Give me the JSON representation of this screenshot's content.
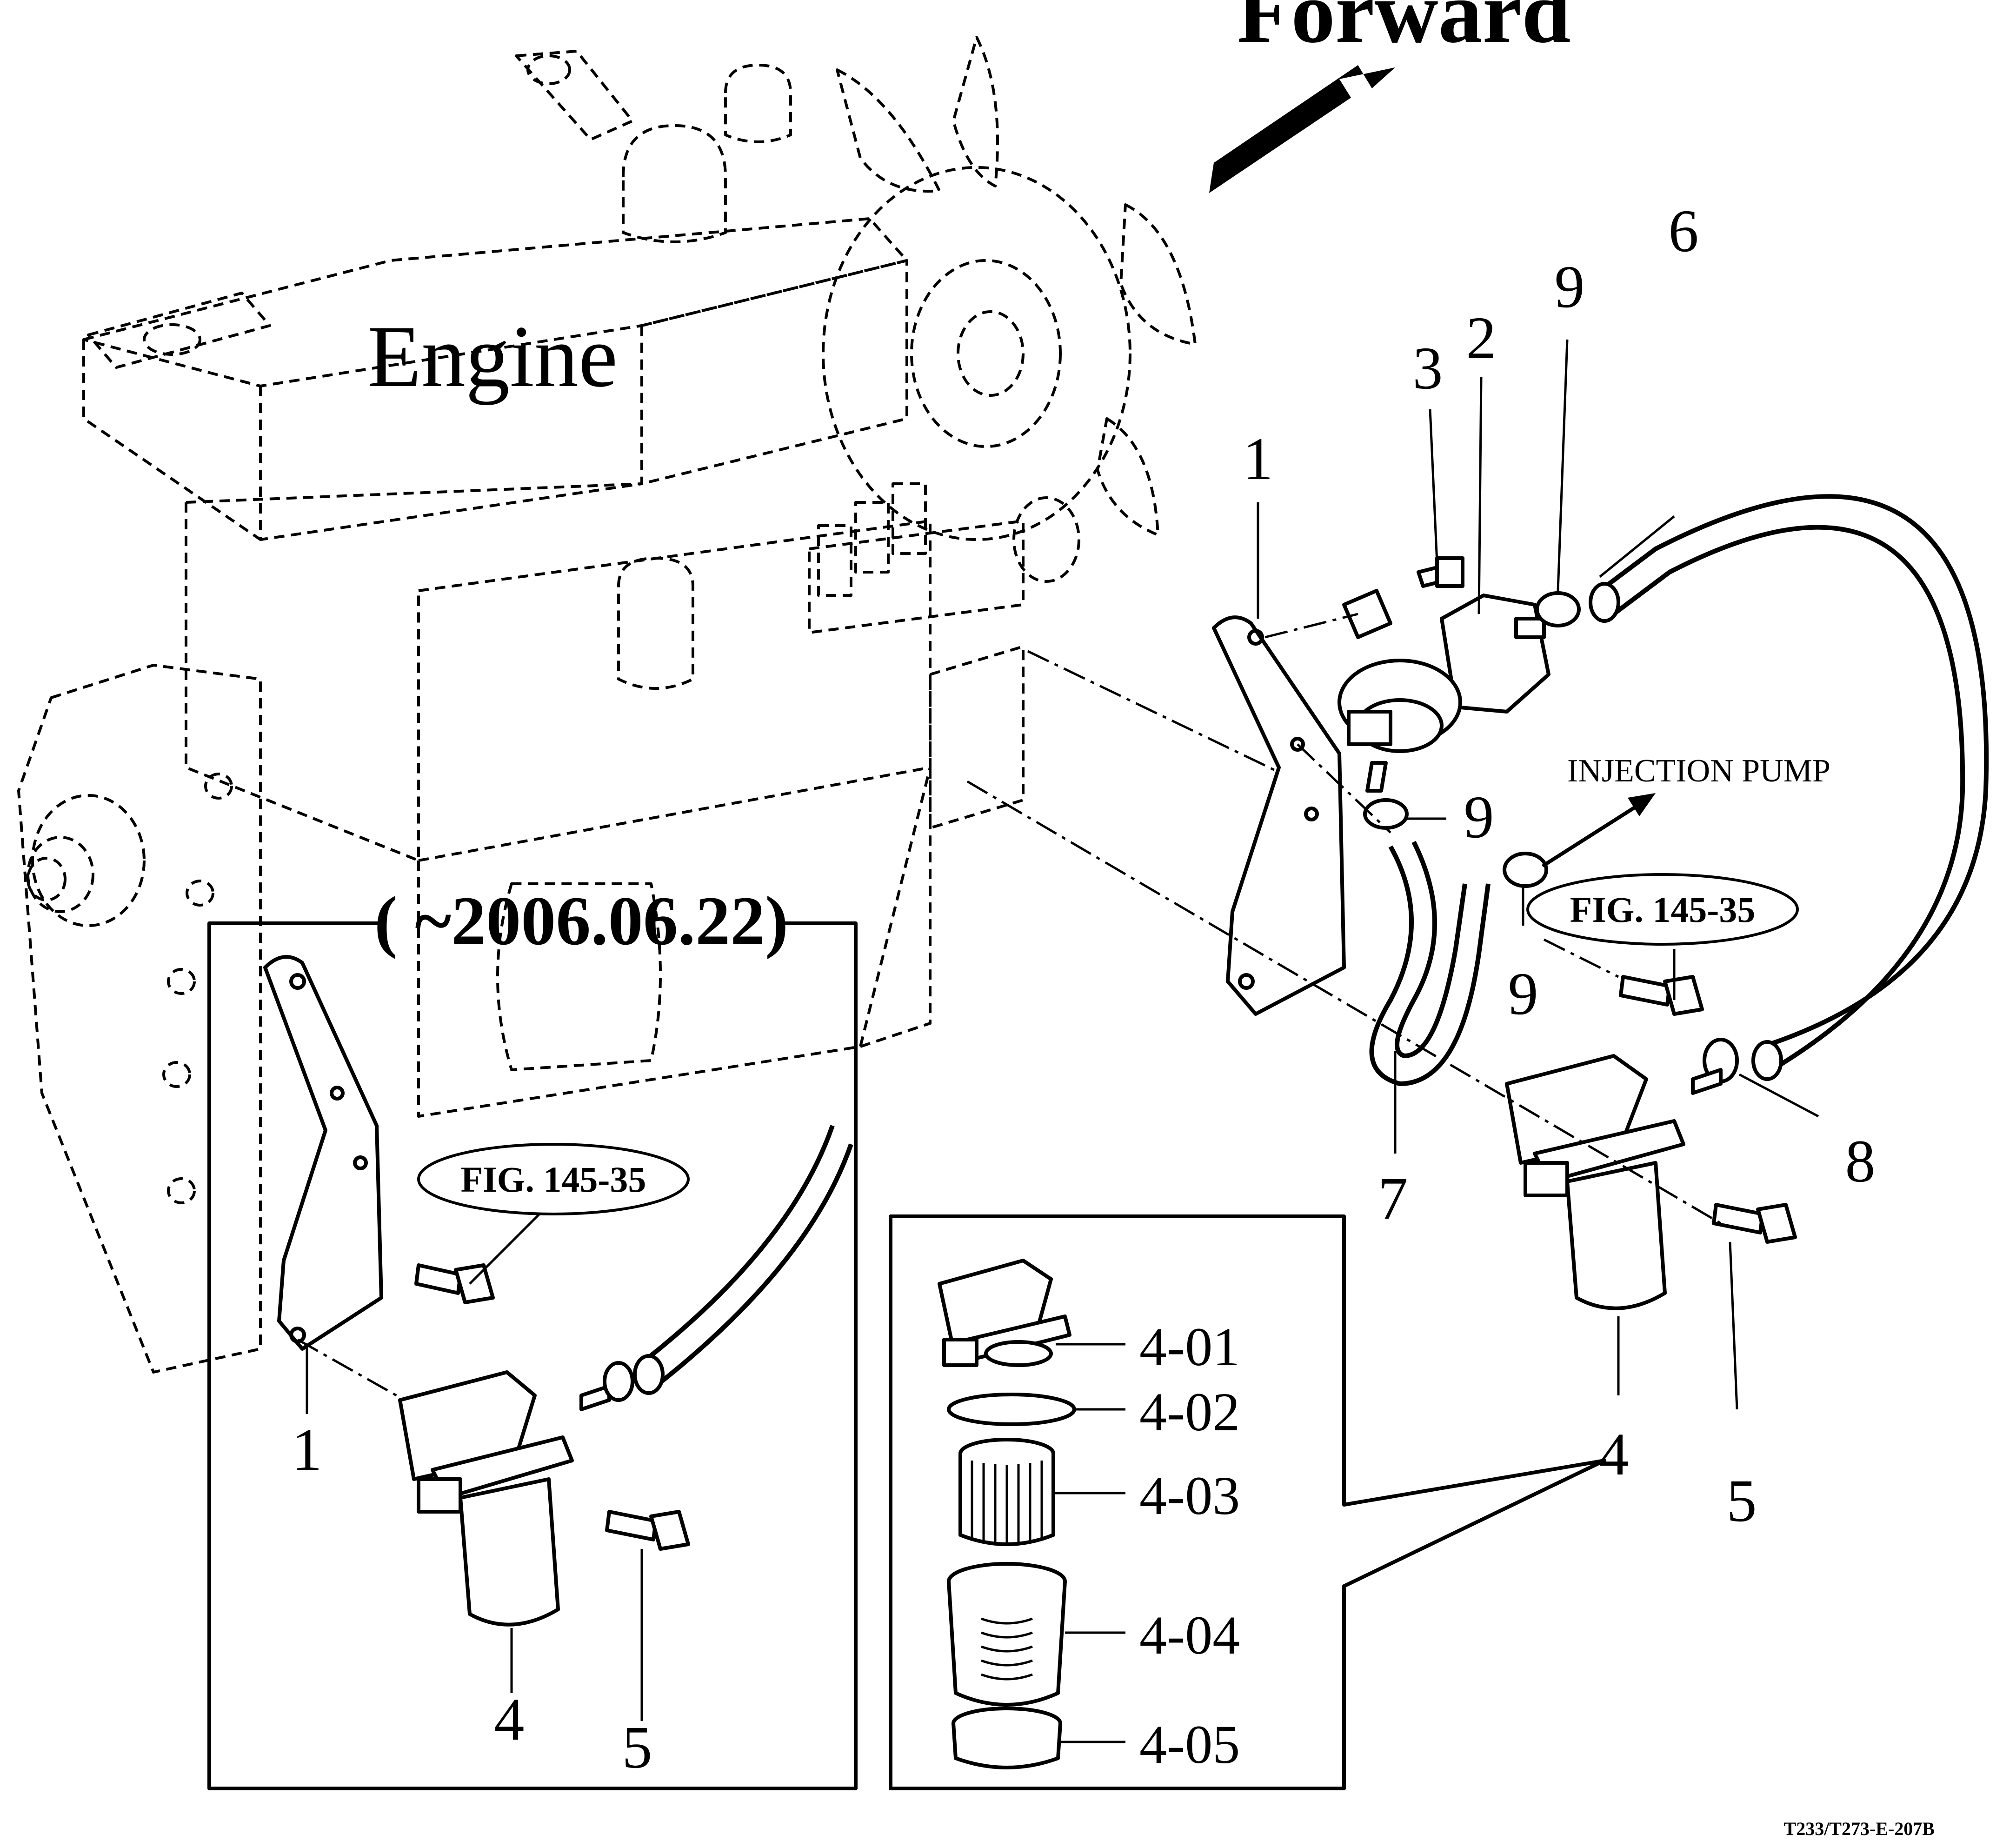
{
  "labels": {
    "forward": "Forward",
    "engine": "Engine",
    "injection_pump": "INJECTION PUMP",
    "fig_ref_main": "FIG. 145-35",
    "fig_ref_inset": "FIG. 145-35",
    "inset_date": "( ~2006.06.22)",
    "drawing_code": "T233/T273-E-207B"
  },
  "callouts": {
    "main": {
      "p1": "1",
      "p2": "2",
      "p3": "3",
      "p4": "4",
      "p5": "5",
      "p6": "6",
      "p7": "7",
      "p8": "8",
      "p9a": "9",
      "p9b": "9",
      "p9c": "9"
    },
    "inset": {
      "p1": "1",
      "p4": "4",
      "p5": "5"
    },
    "filter_parts": [
      "4-01",
      "4-02",
      "4-03",
      "4-04",
      "4-05"
    ]
  }
}
